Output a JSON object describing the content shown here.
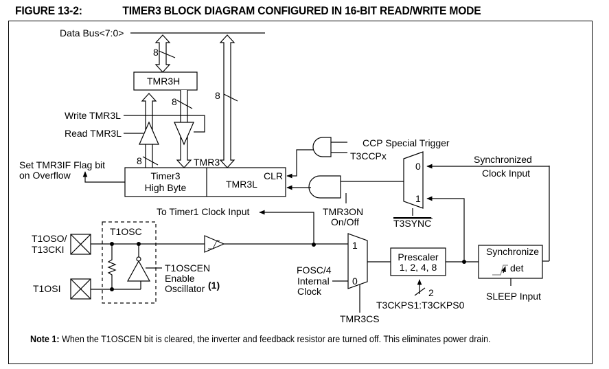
{
  "figure": {
    "number": "FIGURE 13-2:",
    "title": "TIMER3 BLOCK DIAGRAM CONFIGURED IN 16-BIT READ/WRITE MODE"
  },
  "labels": {
    "data_bus": "Data Bus<7:0>",
    "tmr3h": "TMR3H",
    "write_tmr3l": "Write TMR3L",
    "read_tmr3l": "Read TMR3L",
    "bus_width_1": "8",
    "bus_width_2": "8",
    "bus_width_3": "8",
    "bus_width_4": "8",
    "tmr3": "TMR3",
    "set_flag_1": "Set TMR3IF Flag bit",
    "set_flag_2": "on Overflow",
    "timer3_high_1": "Timer3",
    "timer3_high_2": "High Byte",
    "tmr3l": "TMR3L",
    "clr": "CLR",
    "ccp_trigger": "CCP Special Trigger",
    "t3ccpx": "T3CCPx",
    "sync_clock_1": "Synchronized",
    "sync_clock_2": "Clock Input",
    "mux_sync_0": "0",
    "mux_sync_1": "1",
    "t3sync": "T3SYNC",
    "tmr3on_1": "TMR3ON",
    "tmr3on_2": "On/Off",
    "to_timer1": "To Timer1 Clock Input",
    "t1oso_1": "T1OSO/",
    "t1oso_2": "T13CKI",
    "t1osi": "T1OSI",
    "t1osc": "T1OSC",
    "t1oscen_1": "T1OSCEN",
    "t1oscen_2": "Enable",
    "t1oscen_3": "Oscillator",
    "t1oscen_sup": "(1)",
    "fosc_1": "FOSC/4",
    "fosc_2": "Internal",
    "fosc_3": "Clock",
    "mux_cs_1": "1",
    "mux_cs_0": "0",
    "tmr3cs": "TMR3CS",
    "prescaler_1": "Prescaler",
    "prescaler_2": "1, 2, 4, 8",
    "ps_width": "2",
    "t3ckps": "T3CKPS1:T3CKPS0",
    "synchronize": "Synchronize",
    "det": "det",
    "sleep_input": "SLEEP Input"
  },
  "note": {
    "label": "Note 1:",
    "text": "When the T1OSCEN bit is cleared, the inverter and feedback resistor are turned off. This eliminates power drain."
  }
}
